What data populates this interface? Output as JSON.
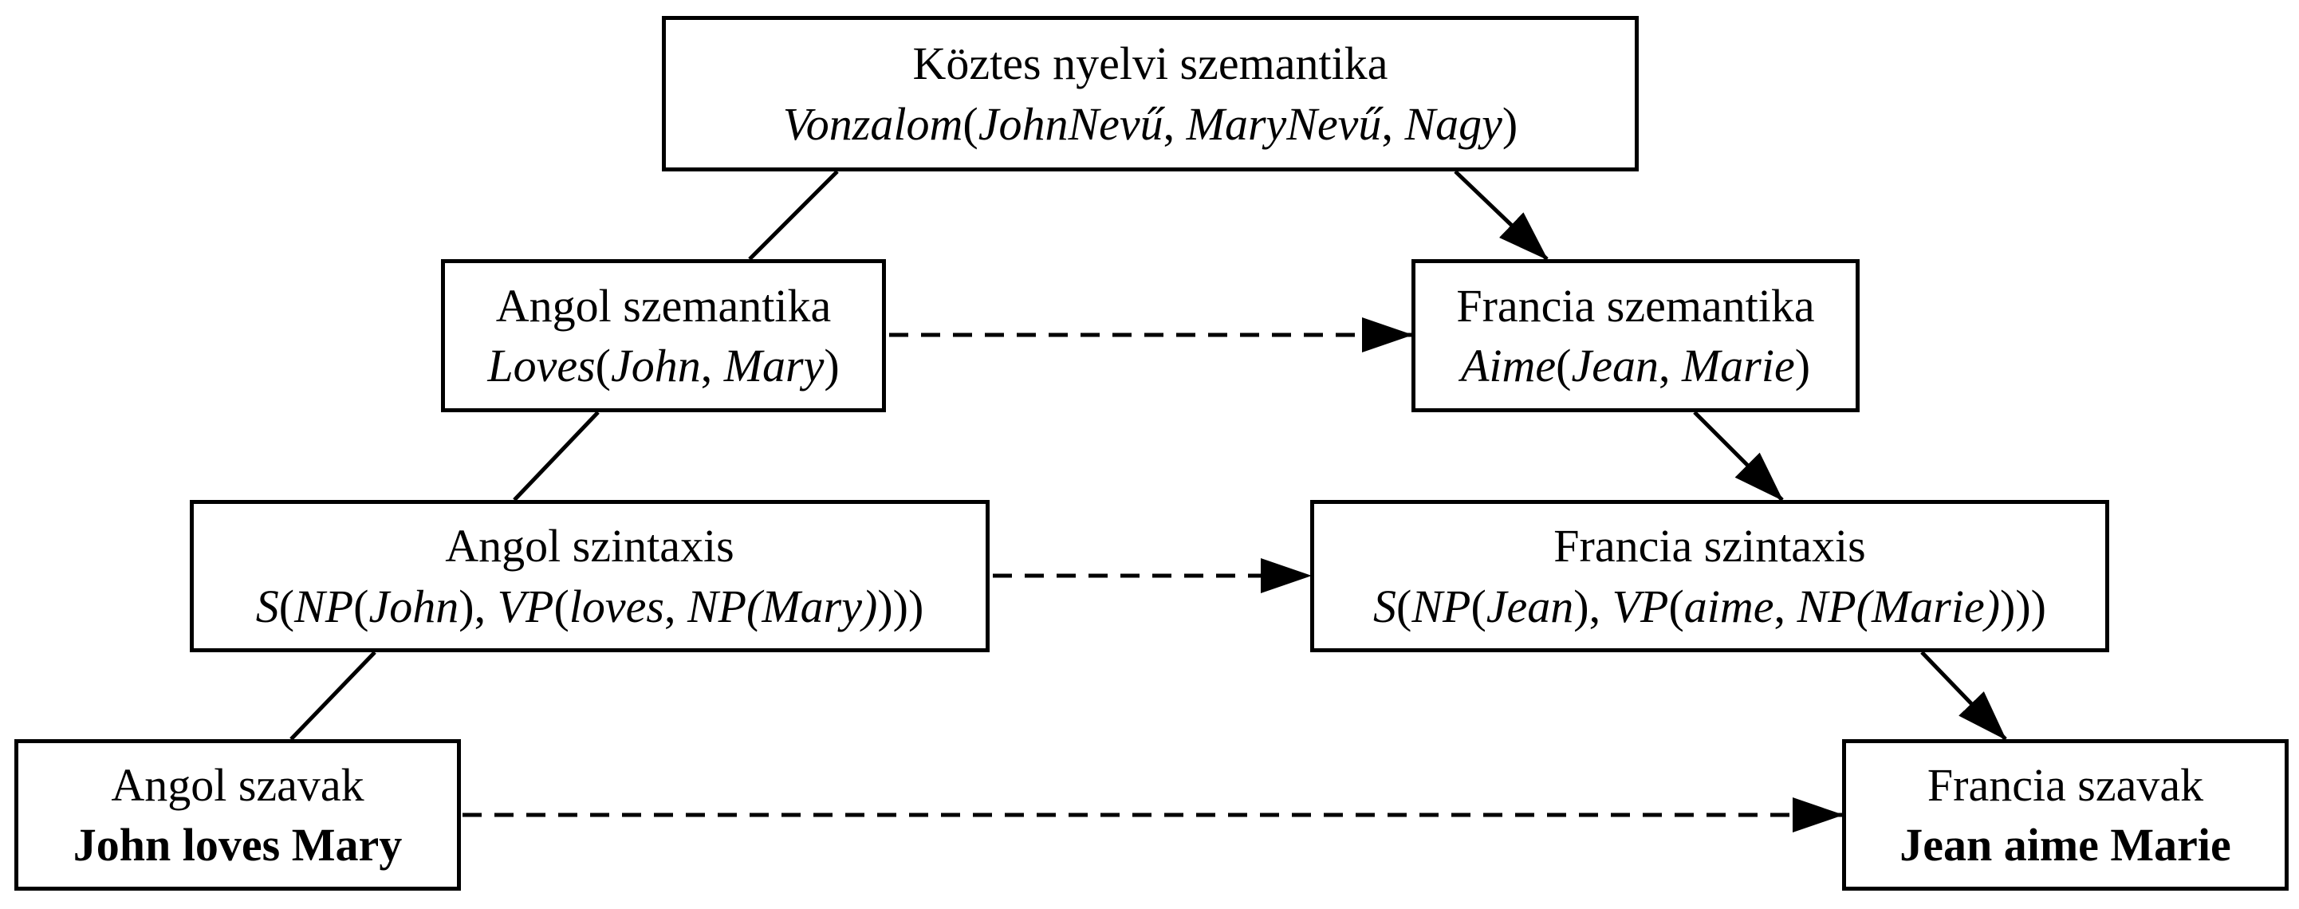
{
  "interlingua": {
    "title": "Köztes nyelvi szemantika",
    "formula": {
      "pred": "Vonzalom",
      "a1": "JohnNevű",
      "a2": "MaryNevű",
      "a3": "Nagy"
    }
  },
  "en_semantics": {
    "title": "Angol szemantika",
    "formula": {
      "pred": "Loves",
      "a1": "John",
      "a2": "Mary"
    }
  },
  "fr_semantics": {
    "title": "Francia szemantika",
    "formula": {
      "pred": "Aime",
      "a1": "Jean",
      "a2": "Marie"
    }
  },
  "en_syntax": {
    "title": "Angol szintaxis",
    "formula": {
      "s": "S",
      "np": "NP",
      "subj": "John",
      "vp": "VP",
      "verb": "loves",
      "obj": "NP(Mary)"
    }
  },
  "fr_syntax": {
    "title": "Francia szintaxis",
    "formula": {
      "s": "S",
      "np": "NP",
      "subj": "Jean",
      "vp": "VP",
      "verb": "aime",
      "obj": "NP(Marie)"
    }
  },
  "en_words": {
    "title": "Angol szavak",
    "sentence": "John loves Mary"
  },
  "fr_words": {
    "title": "Francia szavak",
    "sentence": "Jean aime Marie"
  }
}
